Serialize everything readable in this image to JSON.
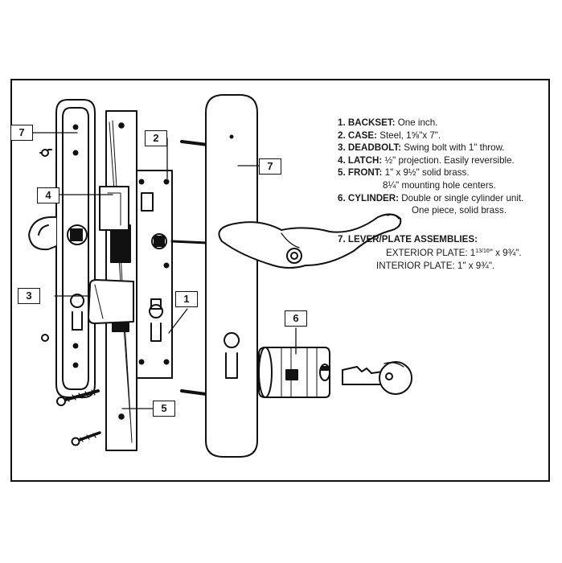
{
  "callouts": {
    "c7_left": "7",
    "c7_right": "7",
    "c2": "2",
    "c4": "4",
    "c3": "3",
    "c1": "1",
    "c5": "5",
    "c6": "6"
  },
  "specs": {
    "s1_num": "1.",
    "s1_label": "BACKSET:",
    "s1_text": "One inch.",
    "s2_num": "2.",
    "s2_label": "CASE:",
    "s2_text": "Steel, 1⅝\"x 7\".",
    "s3_num": "3.",
    "s3_label": "DEADBOLT:",
    "s3_text": "Swing bolt with 1\" throw.",
    "s4_num": "4.",
    "s4_label": "LATCH:",
    "s4_text": "½\" projection. Easily reversible.",
    "s5_num": "5.",
    "s5_label": "FRONT:",
    "s5_text": "1\" x 9½\" solid brass.",
    "s5_text2": "8¼\" mounting hole centers.",
    "s6_num": "6.",
    "s6_label": "CYLINDER:",
    "s6_text": "Double or single cylinder unit.",
    "s6_text2": "One piece, solid brass.",
    "s7_num": "7.",
    "s7_label": "LEVER/PLATE ASSEMBLIES:",
    "s7_ext_prefix": "EXTERIOR PLATE: 1",
    "s7_ext_sup": "13/16",
    "s7_ext_suffix": "\" x 9¾\".",
    "s7_int": "INTERIOR PLATE: 1\" x 9¾\"."
  }
}
